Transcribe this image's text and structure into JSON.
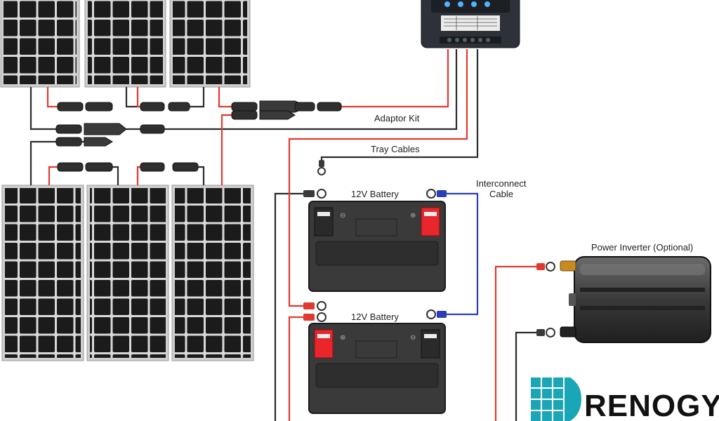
{
  "labels": {
    "adaptor_kit": "Adaptor Kit",
    "tray_cables": "Tray Cables",
    "battery_top": "12V Battery",
    "battery_bottom": "12V Battery",
    "interconnect_line1": "Interconnect",
    "interconnect_line2": "Cable",
    "inverter": "Power Inverter (Optional)"
  },
  "logo": {
    "text": "RENOGY"
  },
  "colors": {
    "positive_wire": "#e03a2f",
    "negative_wire": "#2b2b2b",
    "interconnect_wire": "#2a3fb5",
    "panel_cell": "#1b1b1b",
    "panel_frame": "#c8c8c8",
    "battery_body": "#3a3a3a",
    "terminal_red": "#e8262b",
    "logo_teal": "#1aa6b7"
  }
}
